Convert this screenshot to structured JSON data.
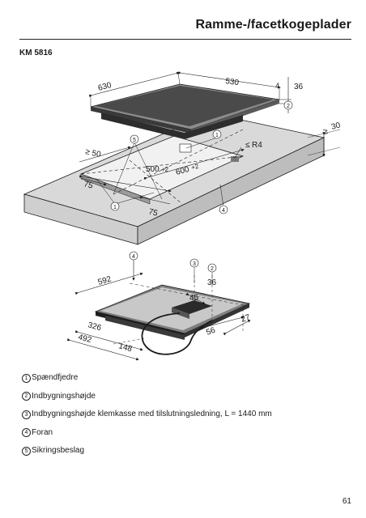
{
  "header": {
    "title": "Ramme-/facetkogeplader"
  },
  "model": "KM 5816",
  "top_diagram": {
    "dims": {
      "d630": "630",
      "d530": "530",
      "d4": "4",
      "d36": "36",
      "d30": "30",
      "d50": "50",
      "d500": "500",
      "d600": "600",
      "d75a": "75",
      "d75b": "75",
      "r4": "R4"
    },
    "pm": "+2",
    "ge": "≥",
    "le": "≤",
    "callouts": {
      "c1": "1",
      "c2": "2",
      "c4": "4",
      "c5": "5"
    }
  },
  "bottom_diagram": {
    "dims": {
      "d592": "592",
      "d36": "36",
      "d45": "45",
      "d326": "326",
      "d492": "492",
      "d148": "148",
      "d56": "56",
      "d27": "27"
    },
    "callouts": {
      "c4": "4",
      "c3": "3",
      "c2": "2"
    }
  },
  "legend": [
    {
      "num": "1",
      "text": "Spændfjedre"
    },
    {
      "num": "2",
      "text": "Indbygningshøjde"
    },
    {
      "num": "3",
      "text": "Indbygningshøjde klemkasse med tilslutningsledning, L = 1440 mm"
    },
    {
      "num": "4",
      "text": "Foran"
    },
    {
      "num": "5",
      "text": "Sikringsbeslag"
    }
  ],
  "page_number": "61",
  "colors": {
    "glass": "#4a4a4a",
    "worktop": "#d9d9d9",
    "frame": "#bdbdbd",
    "line": "#1a1a1a"
  }
}
